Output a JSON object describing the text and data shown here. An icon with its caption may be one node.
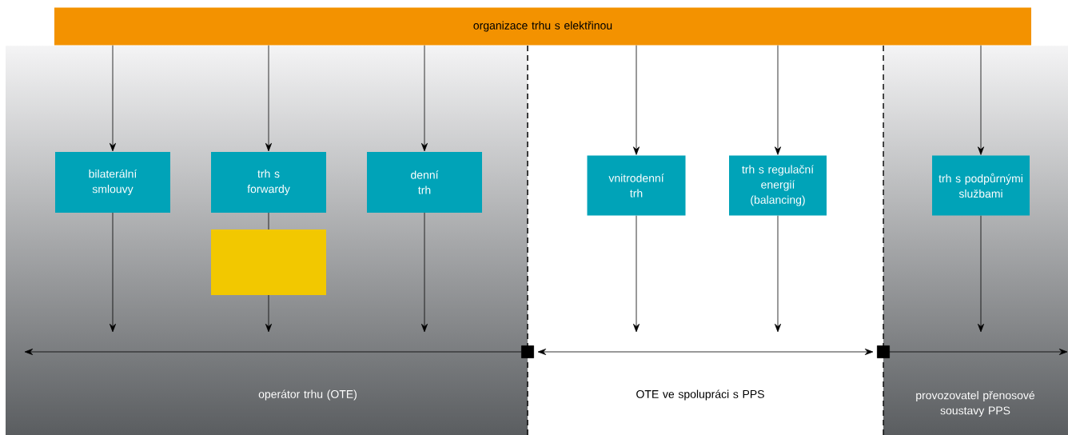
{
  "diagram": {
    "nodes": [
      {
        "text": [
          "organizace trhu s elektřinou"
        ]
      },
      {
        "text": [
          "bilaterální smlouvy"
        ]
      },
      {
        "text": [
          "trh s forwardy"
        ]
      },
      {
        "text": [
          "denní trh"
        ]
      },
      {
        "text": [
          "vnitrodenní trh"
        ]
      },
      {
        "text": [
          "trh s regulační energií (balancing)"
        ]
      },
      {
        "text": [
          "trh s podpůrnými službami"
        ]
      },
      {
        "text": [],
        "shape": "box"
      }
    ],
    "edges": [
      {
        "from": 0,
        "to": 1,
        "arrow": "to"
      },
      {
        "from": 0,
        "to": 2,
        "arrow": "to"
      },
      {
        "from": 0,
        "to": 3,
        "arrow": "to"
      },
      {
        "from": 0,
        "to": 4,
        "arrow": "to"
      },
      {
        "from": 0,
        "to": 5,
        "arrow": "to"
      },
      {
        "from": 0,
        "to": 6,
        "arrow": "to"
      },
      {
        "from": 1,
        "to": null,
        "arrow": "to"
      },
      {
        "from": 2,
        "to": 7,
        "arrow": "none"
      },
      {
        "from": 7,
        "to": null,
        "arrow": "to"
      },
      {
        "from": 3,
        "to": null,
        "arrow": "to"
      },
      {
        "from": 4,
        "to": null,
        "arrow": "to"
      },
      {
        "from": 5,
        "to": null,
        "arrow": "to"
      },
      {
        "from": 6,
        "to": null,
        "arrow": "to"
      }
    ],
    "labels": [
      "operátor trhu (OTE)",
      "OTE ve spolupráci s PPS",
      "provozovatel přenosové soustavy PPS"
    ]
  }
}
